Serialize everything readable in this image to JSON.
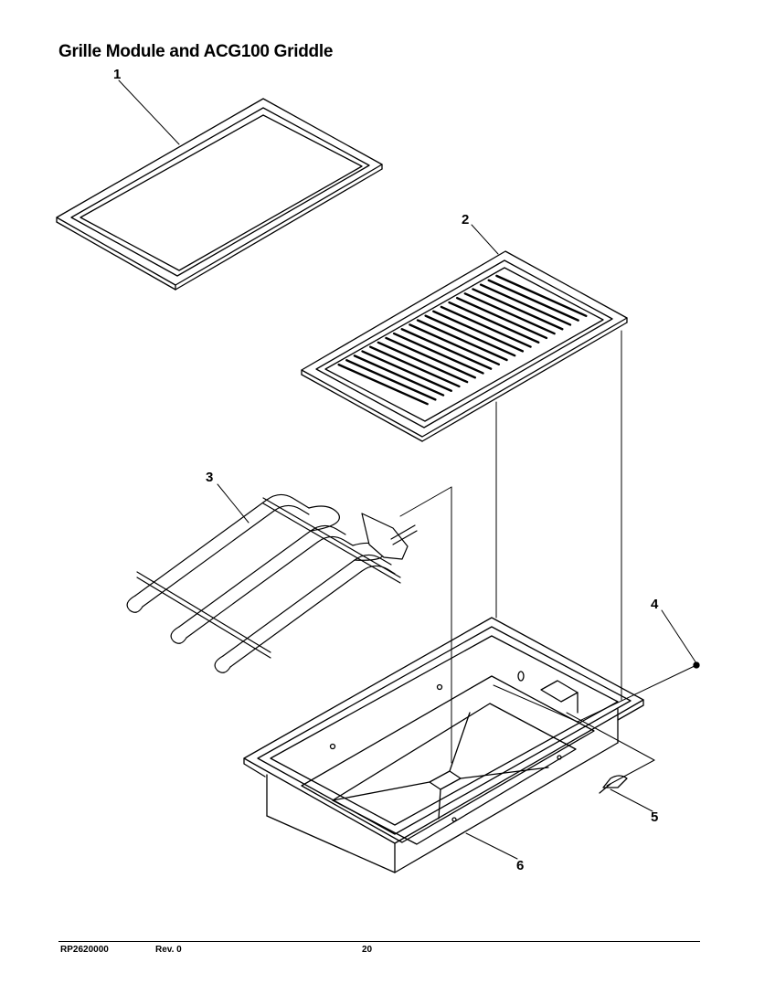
{
  "title": "Grille Module and ACG100 Griddle",
  "callouts": {
    "p1": "1",
    "p2": "2",
    "p3": "3",
    "p4": "4",
    "p5": "5",
    "p6": "6"
  },
  "footer": {
    "doc_number": "RP2620000",
    "revision": "Rev. 0",
    "page": "20"
  }
}
